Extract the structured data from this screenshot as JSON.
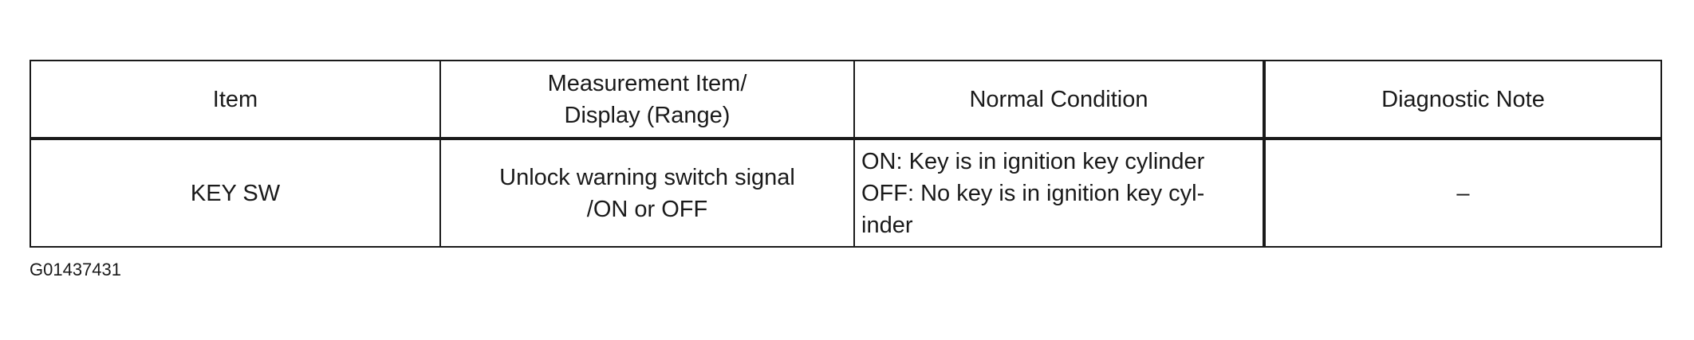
{
  "table": {
    "headers": {
      "item": "Item",
      "measurement_line1": "Measurement Item/",
      "measurement_line2": "Display (Range)",
      "normal_condition": "Normal Condition",
      "diagnostic_note": "Diagnostic Note"
    },
    "rows": [
      {
        "item": "KEY SW",
        "measurement_line1": "Unlock warning switch signal",
        "measurement_line2": "/ON or OFF",
        "normal_line1": "ON: Key is in ignition key cylinder",
        "normal_line2": "OFF: No key is in ignition key cyl-",
        "normal_line3": "inder",
        "diagnostic_note": "–"
      }
    ]
  },
  "figure_id": "G01437431"
}
